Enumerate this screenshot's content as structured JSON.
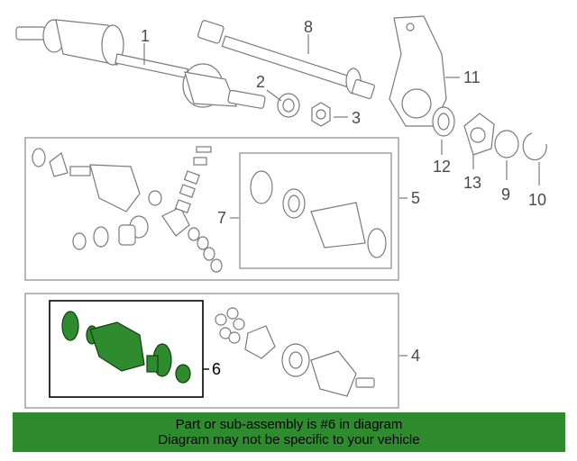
{
  "diagram": {
    "callouts": {
      "c1": "1",
      "c2": "2",
      "c3": "3",
      "c4": "4",
      "c5": "5",
      "c6": "6",
      "c7": "7",
      "c8": "8",
      "c9": "9",
      "c10": "10",
      "c11": "11",
      "c12": "12",
      "c13": "13"
    },
    "highlight_color": "#2e8b2e"
  },
  "banner": {
    "line1": "Part or sub-assembly is #6 in diagram",
    "line2": "Diagram may not be specific to your vehicle"
  }
}
